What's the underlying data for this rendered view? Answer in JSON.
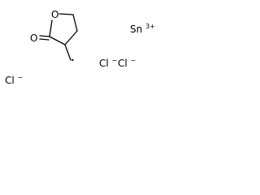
{
  "molecule": {
    "atoms": {
      "ring_oxygen": "O",
      "carbonyl_oxygen": "O"
    },
    "tin_ion": {
      "symbol": "Sn",
      "charge": "3+"
    },
    "chloride_ions": [
      {
        "symbol": "Cl",
        "charge": "−"
      },
      {
        "symbol": "Cl",
        "charge": "−"
      },
      {
        "symbol": "Cl",
        "charge": "−"
      }
    ],
    "radical_dot": "•",
    "colors": {
      "bonds": "#000000",
      "labels": "#000000",
      "background": "#ffffff"
    }
  }
}
